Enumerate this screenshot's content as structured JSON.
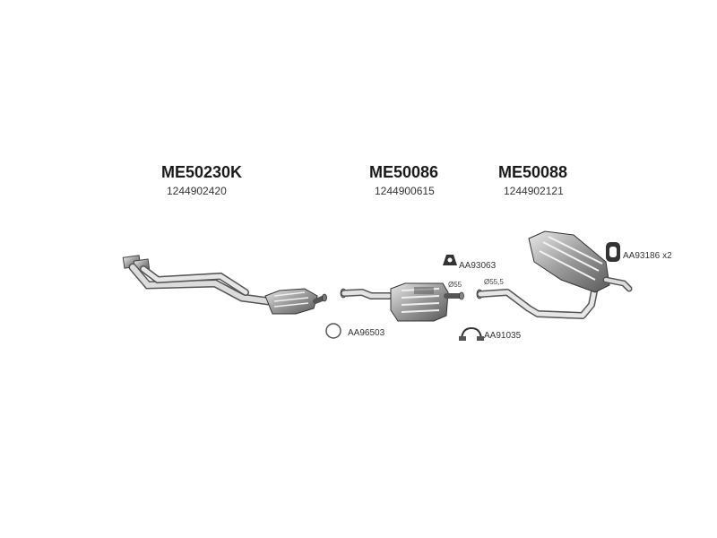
{
  "parts": [
    {
      "code": "ME50230K",
      "oem": "1244902420"
    },
    {
      "code": "ME50086",
      "oem": "1244900615"
    },
    {
      "code": "ME50088",
      "oem": "1244902121"
    }
  ],
  "accessories": {
    "rubber_mount": "AA93063",
    "hanger_ring": "AA93186",
    "hanger_ring_qty": "x2",
    "gasket_ring": "AA96503",
    "clamp": "AA91035"
  },
  "diameters": {
    "front": "Ø55",
    "rear": "Ø55,5"
  }
}
